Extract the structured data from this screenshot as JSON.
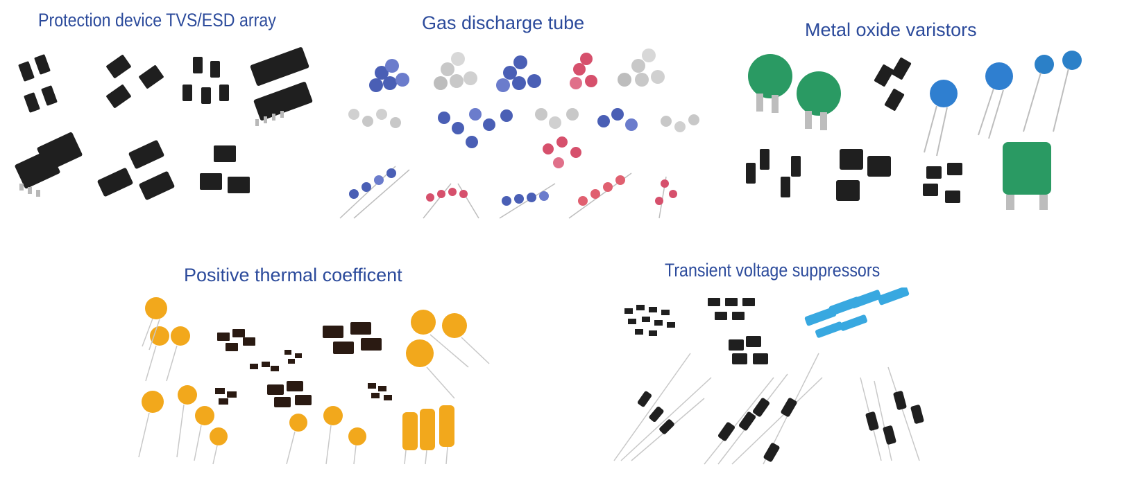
{
  "colors": {
    "caption": "#2b4a9b",
    "ic_black": "#1f1f1f",
    "gdt_blue": "#4a5fb5",
    "gdt_silver": "#c8c8c8",
    "gdt_pink": "#d6506c",
    "mov_green": "#2a9a63",
    "mov_blue": "#2f7fd0",
    "ptc_yellow": "#f2a81c",
    "tvs_cyan": "#38a8e0"
  },
  "panels": [
    {
      "caption": "Protection device TVS/ESD array",
      "icon": "smd-ic-chips-icon"
    },
    {
      "caption": "Gas discharge tube",
      "icon": "gas-discharge-tube-icon"
    },
    {
      "caption": "Metal oxide varistors",
      "icon": "varistor-disc-icon"
    },
    {
      "caption": "Positive thermal coefficent",
      "icon": "ptc-thermistor-icon"
    },
    {
      "caption": "Transient voltage suppressors",
      "icon": "tvs-diode-icon"
    }
  ]
}
